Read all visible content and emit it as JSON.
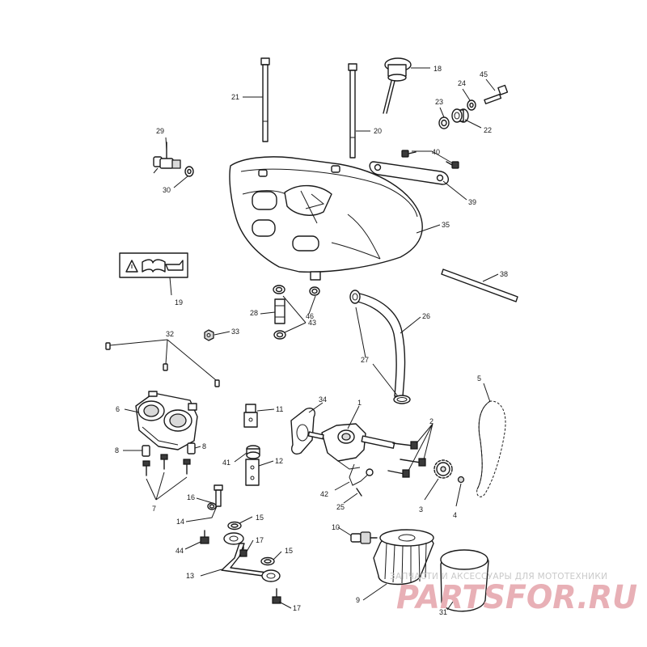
{
  "callouts": {
    "p1": "1",
    "p2": "2",
    "p3": "3",
    "p4": "4",
    "p5": "5",
    "p6": "6",
    "p7": "7",
    "p8a": "8",
    "p8b": "8",
    "p9": "9",
    "p10": "10",
    "p11": "11",
    "p12": "12",
    "p13": "13",
    "p14": "14",
    "p15a": "15",
    "p15b": "15",
    "p16": "16",
    "p17a": "17",
    "p17b": "17",
    "p18": "18",
    "p19": "19",
    "p20": "20",
    "p21": "21",
    "p22": "22",
    "p23": "23",
    "p24": "24",
    "p25": "25",
    "p26": "26",
    "p27": "27",
    "p28": "28",
    "p29": "29",
    "p30": "30",
    "p31": "31",
    "p32": "32",
    "p33": "33",
    "p34": "34",
    "p35": "35",
    "p38": "38",
    "p39": "39",
    "p40": "40",
    "p41": "41",
    "p42": "42",
    "p43": "43",
    "p44": "44",
    "p45": "45",
    "p46": "46"
  },
  "watermark": {
    "caption": "ЗАПЧАСТИ И АКСЕССУАРЫ ДЛЯ МОТОТЕХНИКИ",
    "brand": "PARTSFOR.RU"
  }
}
